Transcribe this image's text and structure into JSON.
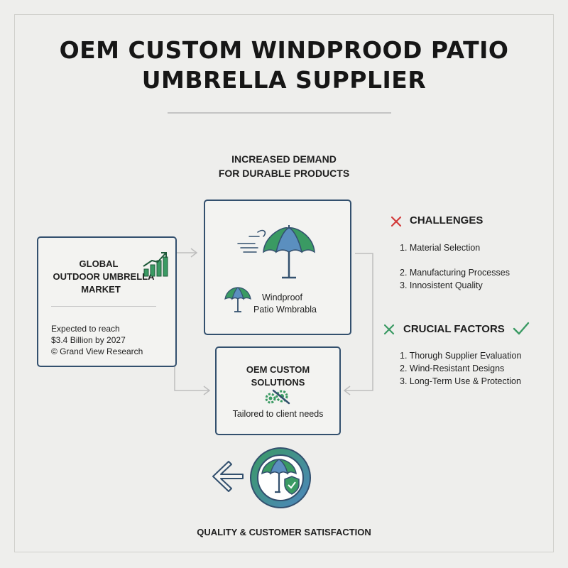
{
  "title": {
    "line1": "OEM CUSTOM WINDPROOD PATIO",
    "line2": "UMBRELLA SUPPLIER"
  },
  "demand": {
    "line1": "INCREASED DEMAND",
    "line2": "FOR DURABLE PRODUCTS"
  },
  "market": {
    "title_line1": "GLOBAL",
    "title_line2": "OUTDOOR UMBRELLA",
    "title_line3": "MARKET",
    "detail_line1": "Expected to reach",
    "detail_line2": "$3.4 Billion by 2027",
    "detail_line3": "© Grand View Research",
    "icon": "growth-chart-icon"
  },
  "product": {
    "label_line1": "Windproof",
    "label_line2": "Patio Wmbrabla",
    "icon": "umbrella-icon"
  },
  "solutions": {
    "title_line1": "OEM CUSTOM",
    "title_line2": "SOLUTIONS",
    "subtitle": "Tailored to client needs",
    "icon": "gears-icon"
  },
  "challenges": {
    "heading": "CHALLENGES",
    "icon": "x-mark-icon",
    "items": [
      "1. Material Selection",
      "2. Manufacturing Processes",
      "3. Innosistent Quality"
    ]
  },
  "factors": {
    "heading": "CRUCIAL FACTORS",
    "icons": [
      "x-mark-icon",
      "check-mark-icon"
    ],
    "items": [
      "1. Thorugh Supplier Evaluation",
      "2. Wind-Resistant Designs",
      "3. Long-Term Use & Protection"
    ]
  },
  "quality": {
    "label": "QUALITY & CUSTOMER SATISFACTION",
    "icon": "umbrella-shield-icon"
  },
  "colors": {
    "navy": "#33506e",
    "green": "#3a9a63",
    "blue": "#5b8fbf",
    "red": "#d23a3a",
    "connector": "#bdbdbd"
  }
}
